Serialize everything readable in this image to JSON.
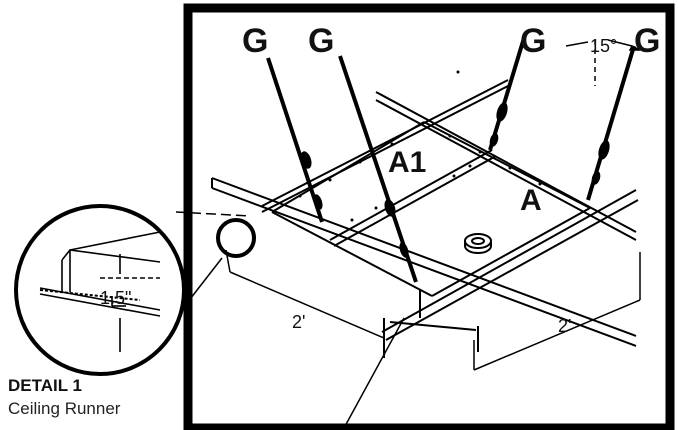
{
  "labels": {
    "g1": "G",
    "g2": "G",
    "g3": "G",
    "g4": "G",
    "a1": "A1",
    "a": "A"
  },
  "dimensions": {
    "angle": "15°",
    "width_left": "2'",
    "width_right": "2'",
    "detail_height": "1.5\""
  },
  "detail": {
    "title": "DETAIL 1",
    "subtitle": "Ceiling Runner"
  }
}
